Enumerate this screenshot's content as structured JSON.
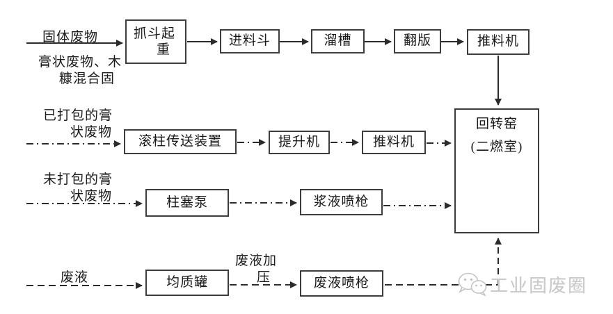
{
  "diagram": {
    "lanes": {
      "solid_waste": {
        "label_above": "固体废物",
        "label_below_line1": "膏状废物、木",
        "label_below_line2": "糠混合固"
      },
      "packed_paste": {
        "line1": "已打包的膏",
        "line2": "状废物"
      },
      "unpacked_paste": {
        "line1": "未打包的膏",
        "line2": "状废物"
      },
      "waste_liquid": {
        "label": "废液"
      }
    },
    "nodes": {
      "grab_crane": {
        "line1": "抓斗起",
        "line2": "重"
      },
      "feed_hopper": {
        "label": "进料斗"
      },
      "chute": {
        "label": "溜槽"
      },
      "flap": {
        "label": "翻版"
      },
      "pusher_row1": {
        "label": "推料机"
      },
      "roller_conveyor": {
        "label": "滚柱传送装置"
      },
      "elevator": {
        "label": "提升机"
      },
      "pusher_row2": {
        "label": "推料机"
      },
      "rotary_kiln": {
        "line1": "回转窑",
        "line2": "(二燃室)"
      },
      "plunger_pump": {
        "label": "柱塞泵"
      },
      "slurry_gun": {
        "label": "浆液喷枪"
      },
      "homogenizer_tank": {
        "label": "均质罐"
      },
      "liquid_gun": {
        "label": "废液喷枪"
      }
    },
    "edge_labels": {
      "liquid_pressurize_line1": "废液加",
      "liquid_pressurize_line2": "压"
    },
    "watermark": {
      "text": "工业固废圈",
      "icon": "wechat-logo-icon"
    },
    "colors": {
      "background": "#ffffff",
      "line": "#2b2b2b",
      "box_border": "#3d3d3d",
      "text": "#1a1a1a",
      "watermark": "#c9c9c9"
    }
  }
}
